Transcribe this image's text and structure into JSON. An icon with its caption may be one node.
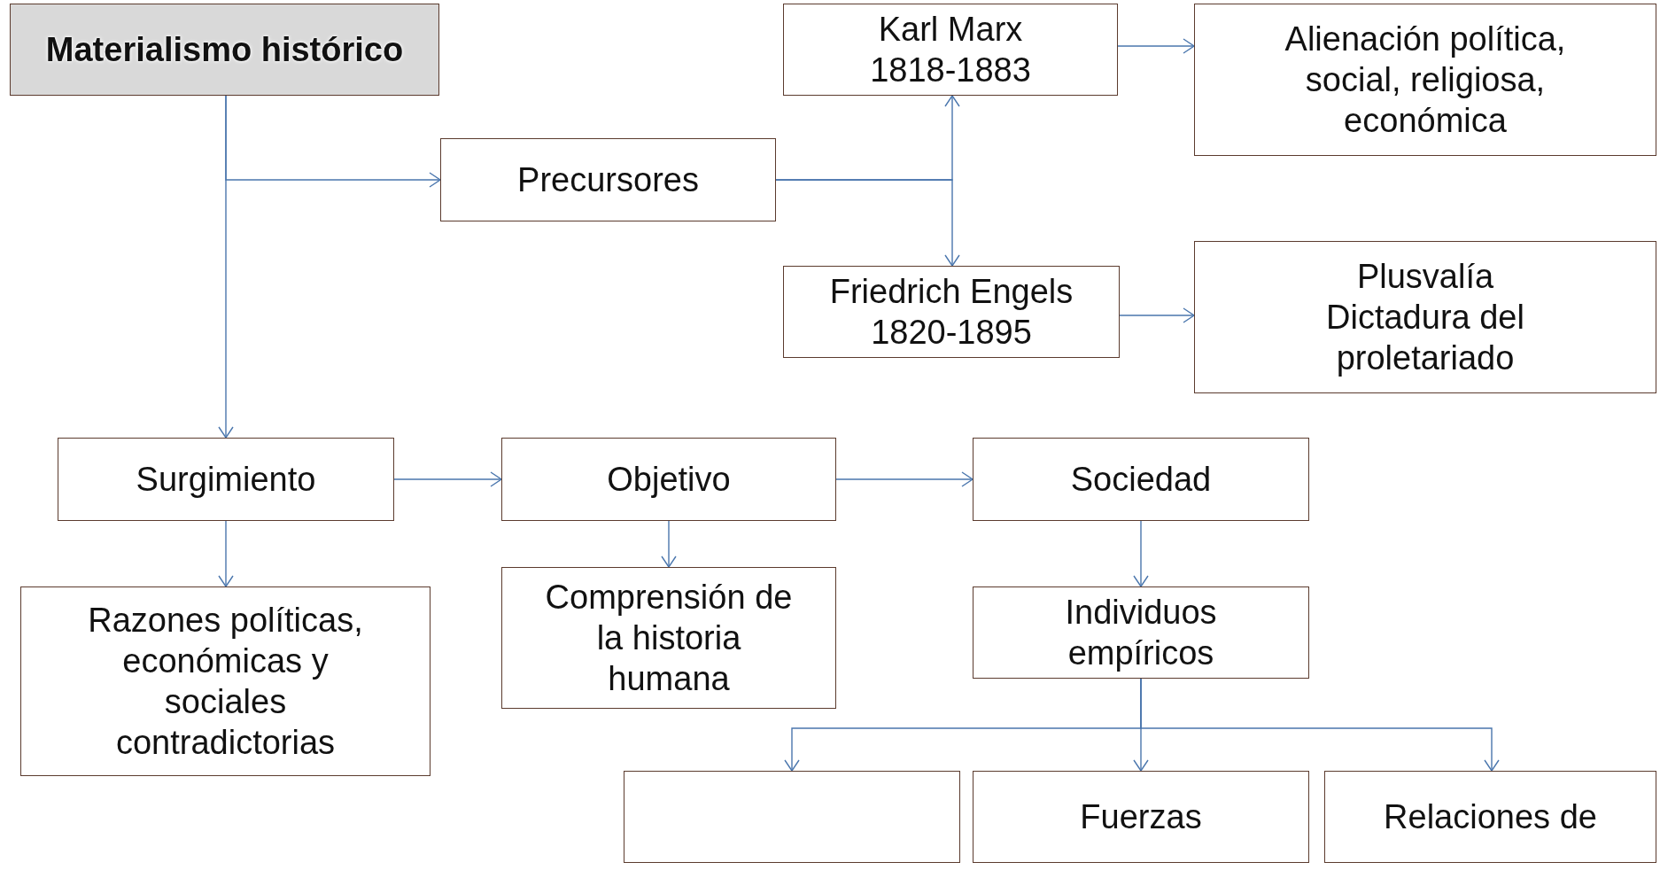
{
  "diagram": {
    "nodes": [
      {
        "text": [
          "Materialismo histórico"
        ]
      },
      {
        "text": [
          "Karl Marx",
          "1818-1883"
        ]
      },
      {
        "text": [
          "Alienación política, social, religiosa, económica"
        ]
      },
      {
        "text": [
          "Precursores"
        ]
      },
      {
        "text": [
          "Friedrich Engels",
          "1820-1895"
        ]
      },
      {
        "text": [
          "Plusvalía",
          "Dictadura del proletariado"
        ]
      },
      {
        "text": [
          "Surgimiento"
        ]
      },
      {
        "text": [
          "Objetivo"
        ]
      },
      {
        "text": [
          "Sociedad"
        ]
      },
      {
        "text": [
          "Comprensión de la historia humana"
        ]
      },
      {
        "text": [
          "Individuos empíricos"
        ]
      },
      {
        "text": [
          "Razones políticas, económicas y sociales contradictorias"
        ]
      },
      {
        "text": [],
        "shape": "box"
      },
      {
        "text": [
          "Fuerzas"
        ]
      },
      {
        "text": [
          "Relaciones de"
        ]
      }
    ],
    "edges": [
      {
        "from": 0,
        "to": 3,
        "arrow": "to"
      },
      {
        "from": 0,
        "to": 6,
        "arrow": "to"
      },
      {
        "from": 3,
        "to": 1,
        "arrow": "to"
      },
      {
        "from": 3,
        "to": 4,
        "arrow": "to"
      },
      {
        "from": 1,
        "to": 2,
        "arrow": "to"
      },
      {
        "from": 4,
        "to": 5,
        "arrow": "to"
      },
      {
        "from": 6,
        "to": 7,
        "arrow": "to"
      },
      {
        "from": 7,
        "to": 8,
        "arrow": "to"
      },
      {
        "from": 6,
        "to": 11,
        "arrow": "to"
      },
      {
        "from": 7,
        "to": 9,
        "arrow": "to"
      },
      {
        "from": 8,
        "to": 10,
        "arrow": "to"
      },
      {
        "from": 10,
        "to": 12,
        "arrow": "to"
      },
      {
        "from": 10,
        "to": 13,
        "arrow": "to"
      },
      {
        "from": 10,
        "to": 14,
        "arrow": "to"
      }
    ]
  }
}
